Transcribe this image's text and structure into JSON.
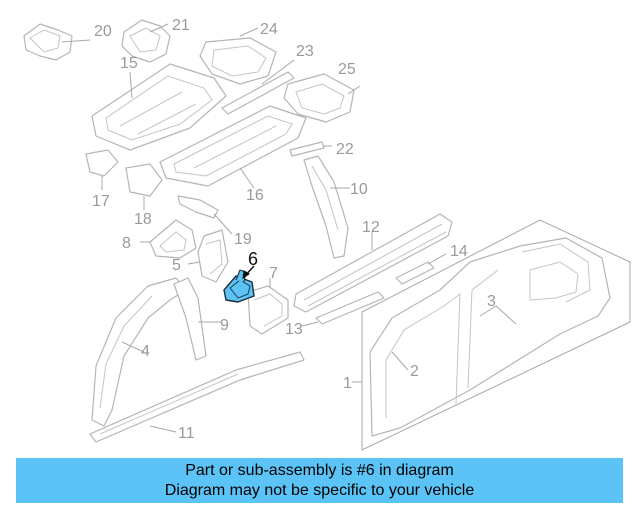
{
  "diagram": {
    "highlighted_part": "6",
    "highlight_color": "#5bc3f5",
    "labels": {
      "l1": "1",
      "l2": "2",
      "l3": "3",
      "l4": "4",
      "l5": "5",
      "l6": "6",
      "l7": "7",
      "l8": "8",
      "l9": "9",
      "l10": "10",
      "l11": "11",
      "l12": "12",
      "l13": "13",
      "l14": "14",
      "l15": "15",
      "l16": "16",
      "l17": "17",
      "l18": "18",
      "l19": "19",
      "l20": "20",
      "l21": "21",
      "l22": "22",
      "l23": "23",
      "l24": "24",
      "l25": "25"
    }
  },
  "caption": {
    "line1": "Part or sub-assembly is #6 in diagram",
    "line2": "Diagram may not be specific to your vehicle",
    "background": "#5bc3f5"
  }
}
